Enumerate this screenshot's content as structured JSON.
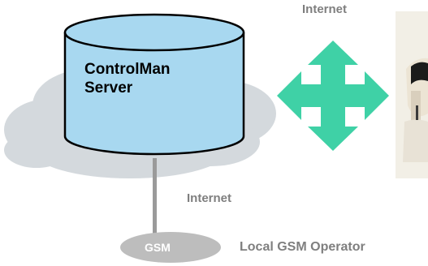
{
  "server": {
    "line1": "ControlMan",
    "line2": "Server"
  },
  "labels": {
    "internet_top": "Internet",
    "internet_side": "Internet",
    "gsm": "GSM",
    "local_gsm_operator": "Local GSM Operator"
  },
  "colors": {
    "cylinder": "#a8d8f0",
    "cloud": "#d4d9dd",
    "arrow": "#3fd1a6",
    "gsm_ellipse": "#bdbdbd",
    "label_gray": "#7f7f7f"
  }
}
